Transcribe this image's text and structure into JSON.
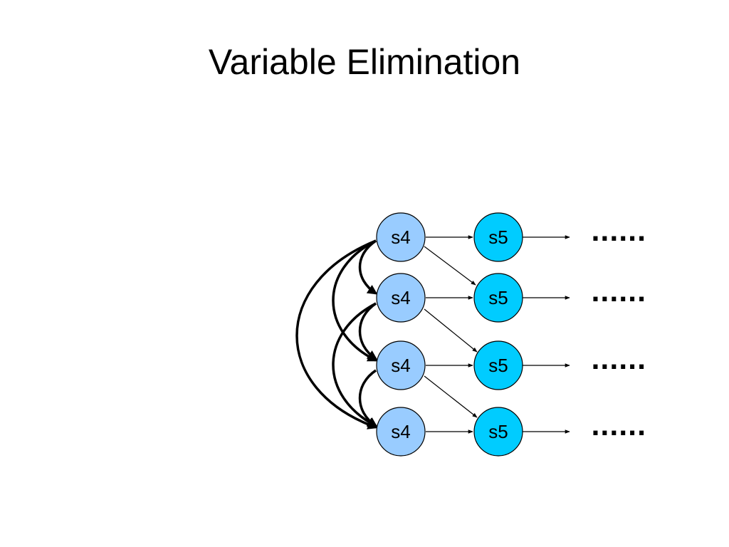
{
  "slide": {
    "title": "Variable Elimination"
  },
  "colors": {
    "s4_fill": "#99ccff",
    "s5_fill": "#00ccff",
    "stroke": "#000000"
  },
  "nodes": {
    "s4": [
      "s4",
      "s4",
      "s4",
      "s4"
    ],
    "s5": [
      "s5",
      "s5",
      "s5",
      "s5"
    ]
  },
  "continuation": [
    "......",
    "......",
    "......",
    "......"
  ]
}
